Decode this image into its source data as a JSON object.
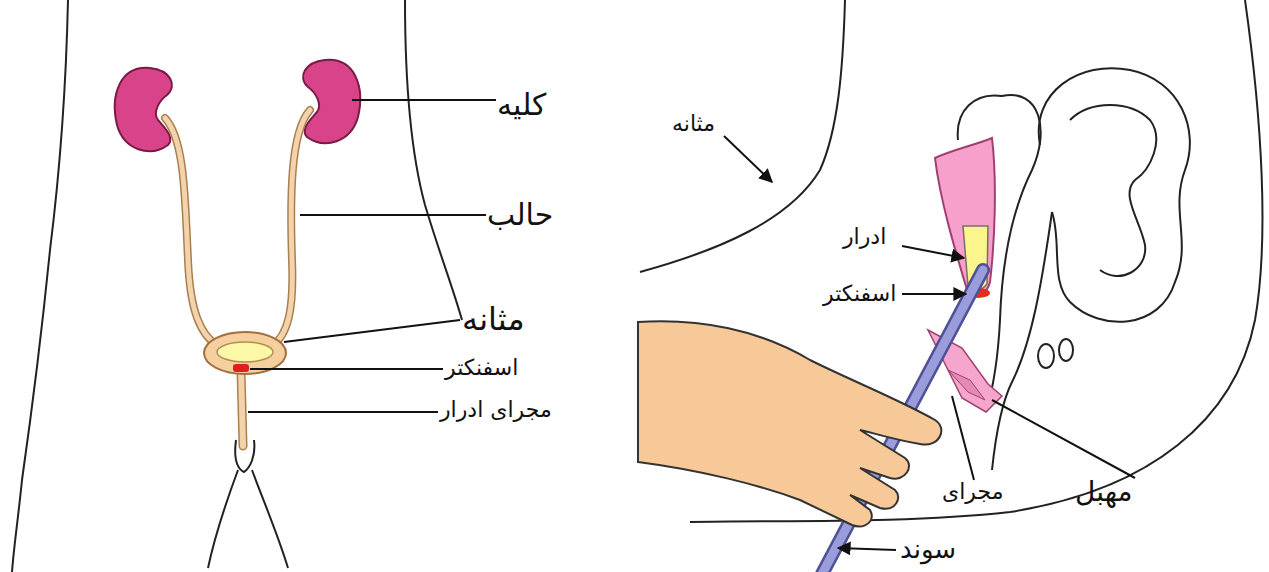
{
  "diagram": {
    "labels": [
      "کلیه",
      "حالب",
      "مثانه",
      "اسفنکتر",
      "مجرای ادرار",
      "مثانه",
      "ادرار",
      "اسفنکتر",
      "مجرای",
      "مهبل",
      "سوند"
    ]
  }
}
